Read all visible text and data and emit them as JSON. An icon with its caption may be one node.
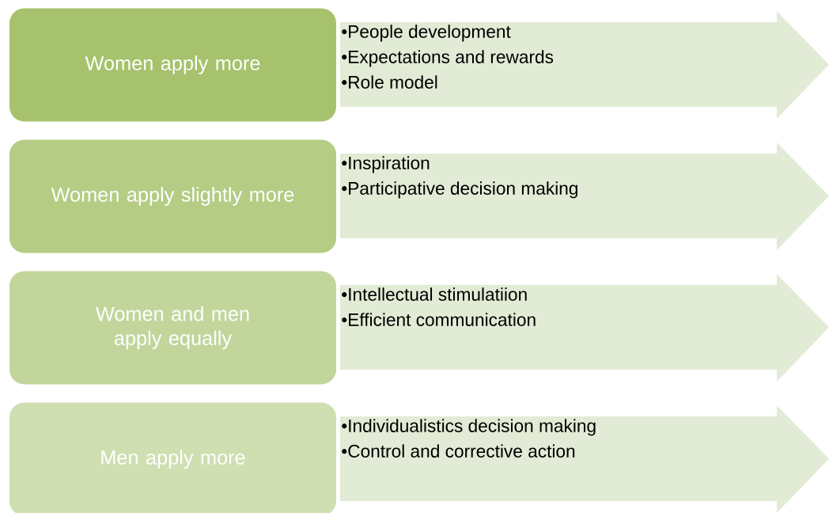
{
  "diagram": {
    "nodes": [
      {
        "text": [
          "Women apply more"
        ]
      },
      {
        "text": [
          "•People development",
          "•Expectations and rewards",
          "•Role model"
        ]
      },
      {
        "text": [
          "Women apply slightly more"
        ]
      },
      {
        "text": [
          "•Inspiration",
          "•Participative decision making"
        ]
      },
      {
        "text": [
          "Women and men apply equally"
        ]
      },
      {
        "text": [
          "•Intellectual stimulatiion",
          "•Efficient communication"
        ]
      },
      {
        "text": [
          "Men apply more"
        ]
      },
      {
        "text": [
          "•Individualistics decision making",
          "•Control and corrective action"
        ]
      }
    ]
  }
}
